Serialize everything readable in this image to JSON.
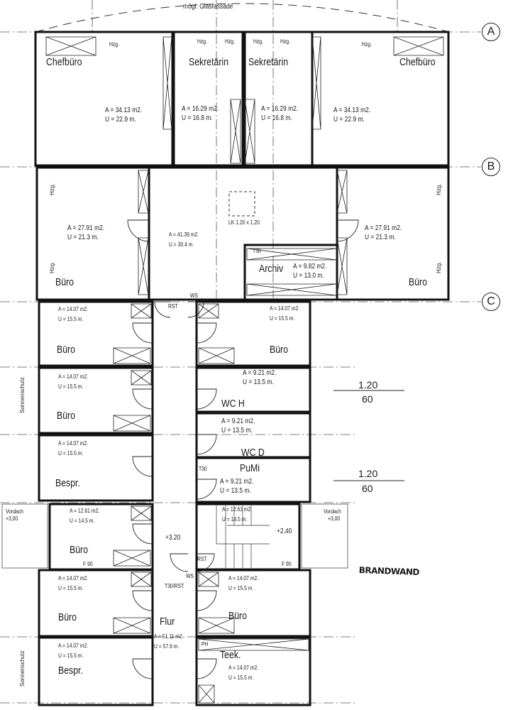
{
  "title": "mögl. Glasfassade",
  "axes": [
    "A",
    "B",
    "C"
  ],
  "rooms": [
    {
      "label": "Chefbüro",
      "area": "A = 34.13 m2.",
      "perimeter": "U = 22.9  m."
    },
    {
      "label": "Sekretärin",
      "area": "A = 16.29 m2.",
      "perimeter": "U = 16.8  m."
    },
    {
      "label": "Sekretärin",
      "area": "A = 16.29 m2.",
      "perimeter": "U = 16.8  m."
    },
    {
      "label": "Chefbüro",
      "area": "A = 34.13 m2.",
      "perimeter": "U = 22.9  m."
    },
    {
      "label": "Büro",
      "area": "A = 27.91 m2.",
      "perimeter": "U = 21.3  m."
    },
    {
      "label": "",
      "area": "A = 41.39 m2.",
      "perimeter": "U = 30.4  m."
    },
    {
      "label": "Archiv",
      "area": "A = 9.82 m2.",
      "perimeter": "U = 13.0  m."
    },
    {
      "label": "Büro",
      "area": "A = 27.91 m2.",
      "perimeter": "U = 21.3  m."
    },
    {
      "label": "Büro",
      "area": "A = 14.07 m2.",
      "perimeter": "U = 15.5  m."
    },
    {
      "label": "Büro",
      "area": "A = 14.07 m2.",
      "perimeter": "U = 15.5  m."
    },
    {
      "label": "Bespr.",
      "area": "A = 14.07 m2.",
      "perimeter": "U = 15.5  m."
    },
    {
      "label": "Büro",
      "area": "A = 12.61 m2.",
      "perimeter": "U = 14.5  m."
    },
    {
      "label": "Büro",
      "area": "A = 14.07 m2.",
      "perimeter": "U = 15.5  m."
    },
    {
      "label": "Bespr.",
      "area": "A = 14.07 m2.",
      "perimeter": "U = 15.5  m."
    },
    {
      "label": "Büro",
      "area": "A = 14.07 m2.",
      "perimeter": "U = 15.5  m."
    },
    {
      "label": "WC H",
      "area": "A = 9.21 m2.",
      "perimeter": "U = 13.5  m."
    },
    {
      "label": "WC D",
      "area": "A = 9.21 m2.",
      "perimeter": "U = 13.5  m."
    },
    {
      "label": "PuMi",
      "area": "A = 9.21 m2.",
      "perimeter": "U = 13.5  m."
    },
    {
      "label": "",
      "area": "A = 12.61 m2.",
      "perimeter": "U = 14.5  m."
    },
    {
      "label": "Büro",
      "area": "A = 14.07 m2.",
      "perimeter": "U = 15.5  m."
    },
    {
      "label": "Teek.",
      "area": "A = 14.07 m2.",
      "perimeter": "U = 15.5  m."
    },
    {
      "label": "Flur",
      "area": "A = 51.11 m2.",
      "perimeter": "U = 57.6  m."
    }
  ],
  "notes": {
    "skylight": "LK 1.20 x 1.20",
    "t30": "T30",
    "rst": "RST",
    "ws": "WS",
    "t30rst": "T30/RST",
    "level_left": "+3.20",
    "level_right": "+2.40",
    "f90": "F 90",
    "vordach": "Vordach",
    "vordach_level": "+3,00",
    "sonnenschutz": "Sonnenschutz",
    "hzg": "Hzg.",
    "ph": "PH",
    "brandwand": "BRANDWAND"
  },
  "dimensions": [
    {
      "top": "1.20",
      "bottom": "60"
    },
    {
      "top": "1.20",
      "bottom": "60"
    }
  ]
}
